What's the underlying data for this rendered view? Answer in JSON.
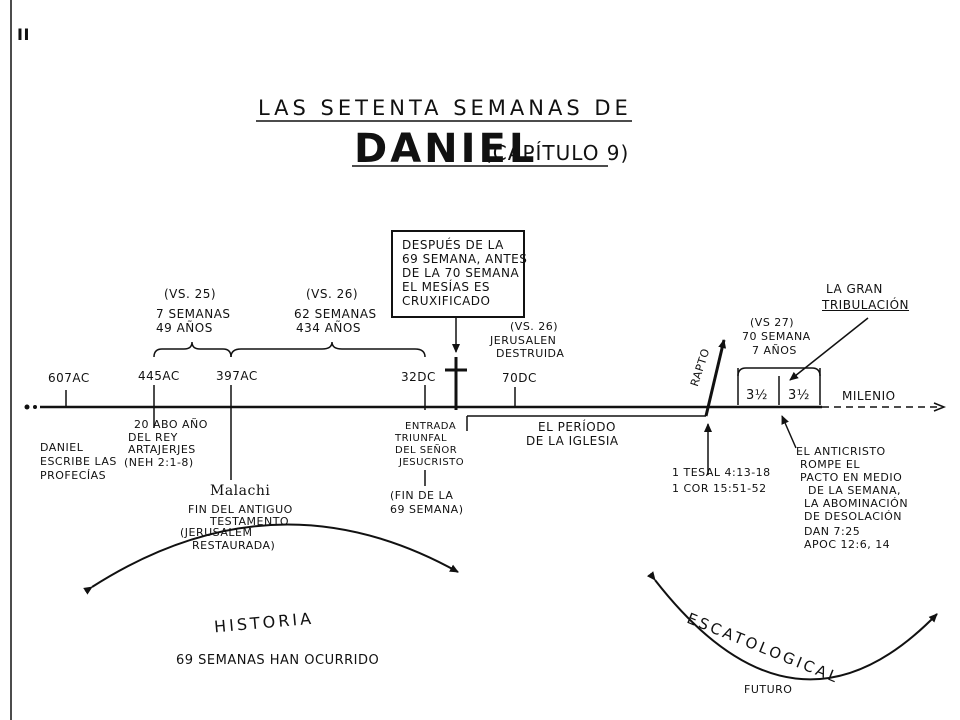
{
  "title": {
    "line1": "LAS SETENTA SEMANAS DE",
    "daniel": "DANIEL",
    "chapter": "(CAPÍTULO 9)"
  },
  "corner_mark": "II",
  "box": {
    "lines": [
      "DESPUÉS DE LA",
      "69 SEMANA, ANTES",
      "DE LA 70 SEMANA",
      "EL MESÍAS ES",
      "CRUXIFICADO"
    ]
  },
  "upper": {
    "vs25": {
      "ref": "(VS. 25)",
      "lines": [
        "7 SEMANAS",
        "49 AÑOS"
      ]
    },
    "vs26": {
      "ref": "(VS. 26)",
      "lines": [
        "62 SEMANAS",
        "434 AÑOS"
      ]
    },
    "jerusalen": {
      "ref": "(VS. 26)",
      "lines": [
        "JERUSALEN",
        "DESTRUIDA"
      ]
    },
    "vs27": {
      "ref": "(VS 27)",
      "lines": [
        "70 SEMANA",
        "7 AÑOS"
      ]
    },
    "tribulacion": [
      "LA GRAN",
      "TRIBULACIÓN"
    ]
  },
  "dates": {
    "d607": "607AC",
    "d445": "445AC",
    "d397": "397AC",
    "d32": "32DC",
    "d70": "70DC"
  },
  "halves": {
    "first": "3½",
    "second": "3½"
  },
  "milenio": "MILENIO",
  "rapto": "RAPTO",
  "iglesia": [
    "EL PERÍODO",
    "DE LA IGLESIA"
  ],
  "lower": {
    "daniel": [
      "DANIEL",
      "ESCRIBE LAS",
      "PROFECÍAS"
    ],
    "artajerjes": [
      "20 ABO AÑO",
      "DEL REY",
      "ARTAJERJES",
      "(NEH 2:1-8)"
    ],
    "malachi": {
      "name": "Malachi",
      "lines": [
        "FIN DEL ANTIGUO",
        "TESTAMENTO"
      ]
    },
    "jerusalem": [
      "(JERUSALEM",
      "RESTAURADA)"
    ],
    "entrada": [
      "ENTRADA",
      "TRIUNFAL",
      "DEL SEÑOR",
      "JESUCRISTO"
    ],
    "fin69": [
      "(FIN DE LA",
      "69 SEMANA)"
    ],
    "tesal": [
      "1 TESAL 4:13-18",
      "1 COR 15:51-52"
    ],
    "anticristo": [
      "EL ANTICRISTO",
      "ROMPE EL",
      "PACTO EN MEDIO",
      "DE LA SEMANA,",
      "LA ABOMINACIÓN",
      "DE DESOLACIÓN",
      "DAN 7:25",
      "APOC 12:6, 14"
    ]
  },
  "historia": {
    "word": "HISTORIA",
    "caption": "69 SEMANAS HAN OCURRIDO"
  },
  "escatological": {
    "word": "ESCATOLOGICAL",
    "caption": "FUTURO"
  },
  "colors": {
    "ink": "#111111",
    "paper": "#ffffff"
  }
}
